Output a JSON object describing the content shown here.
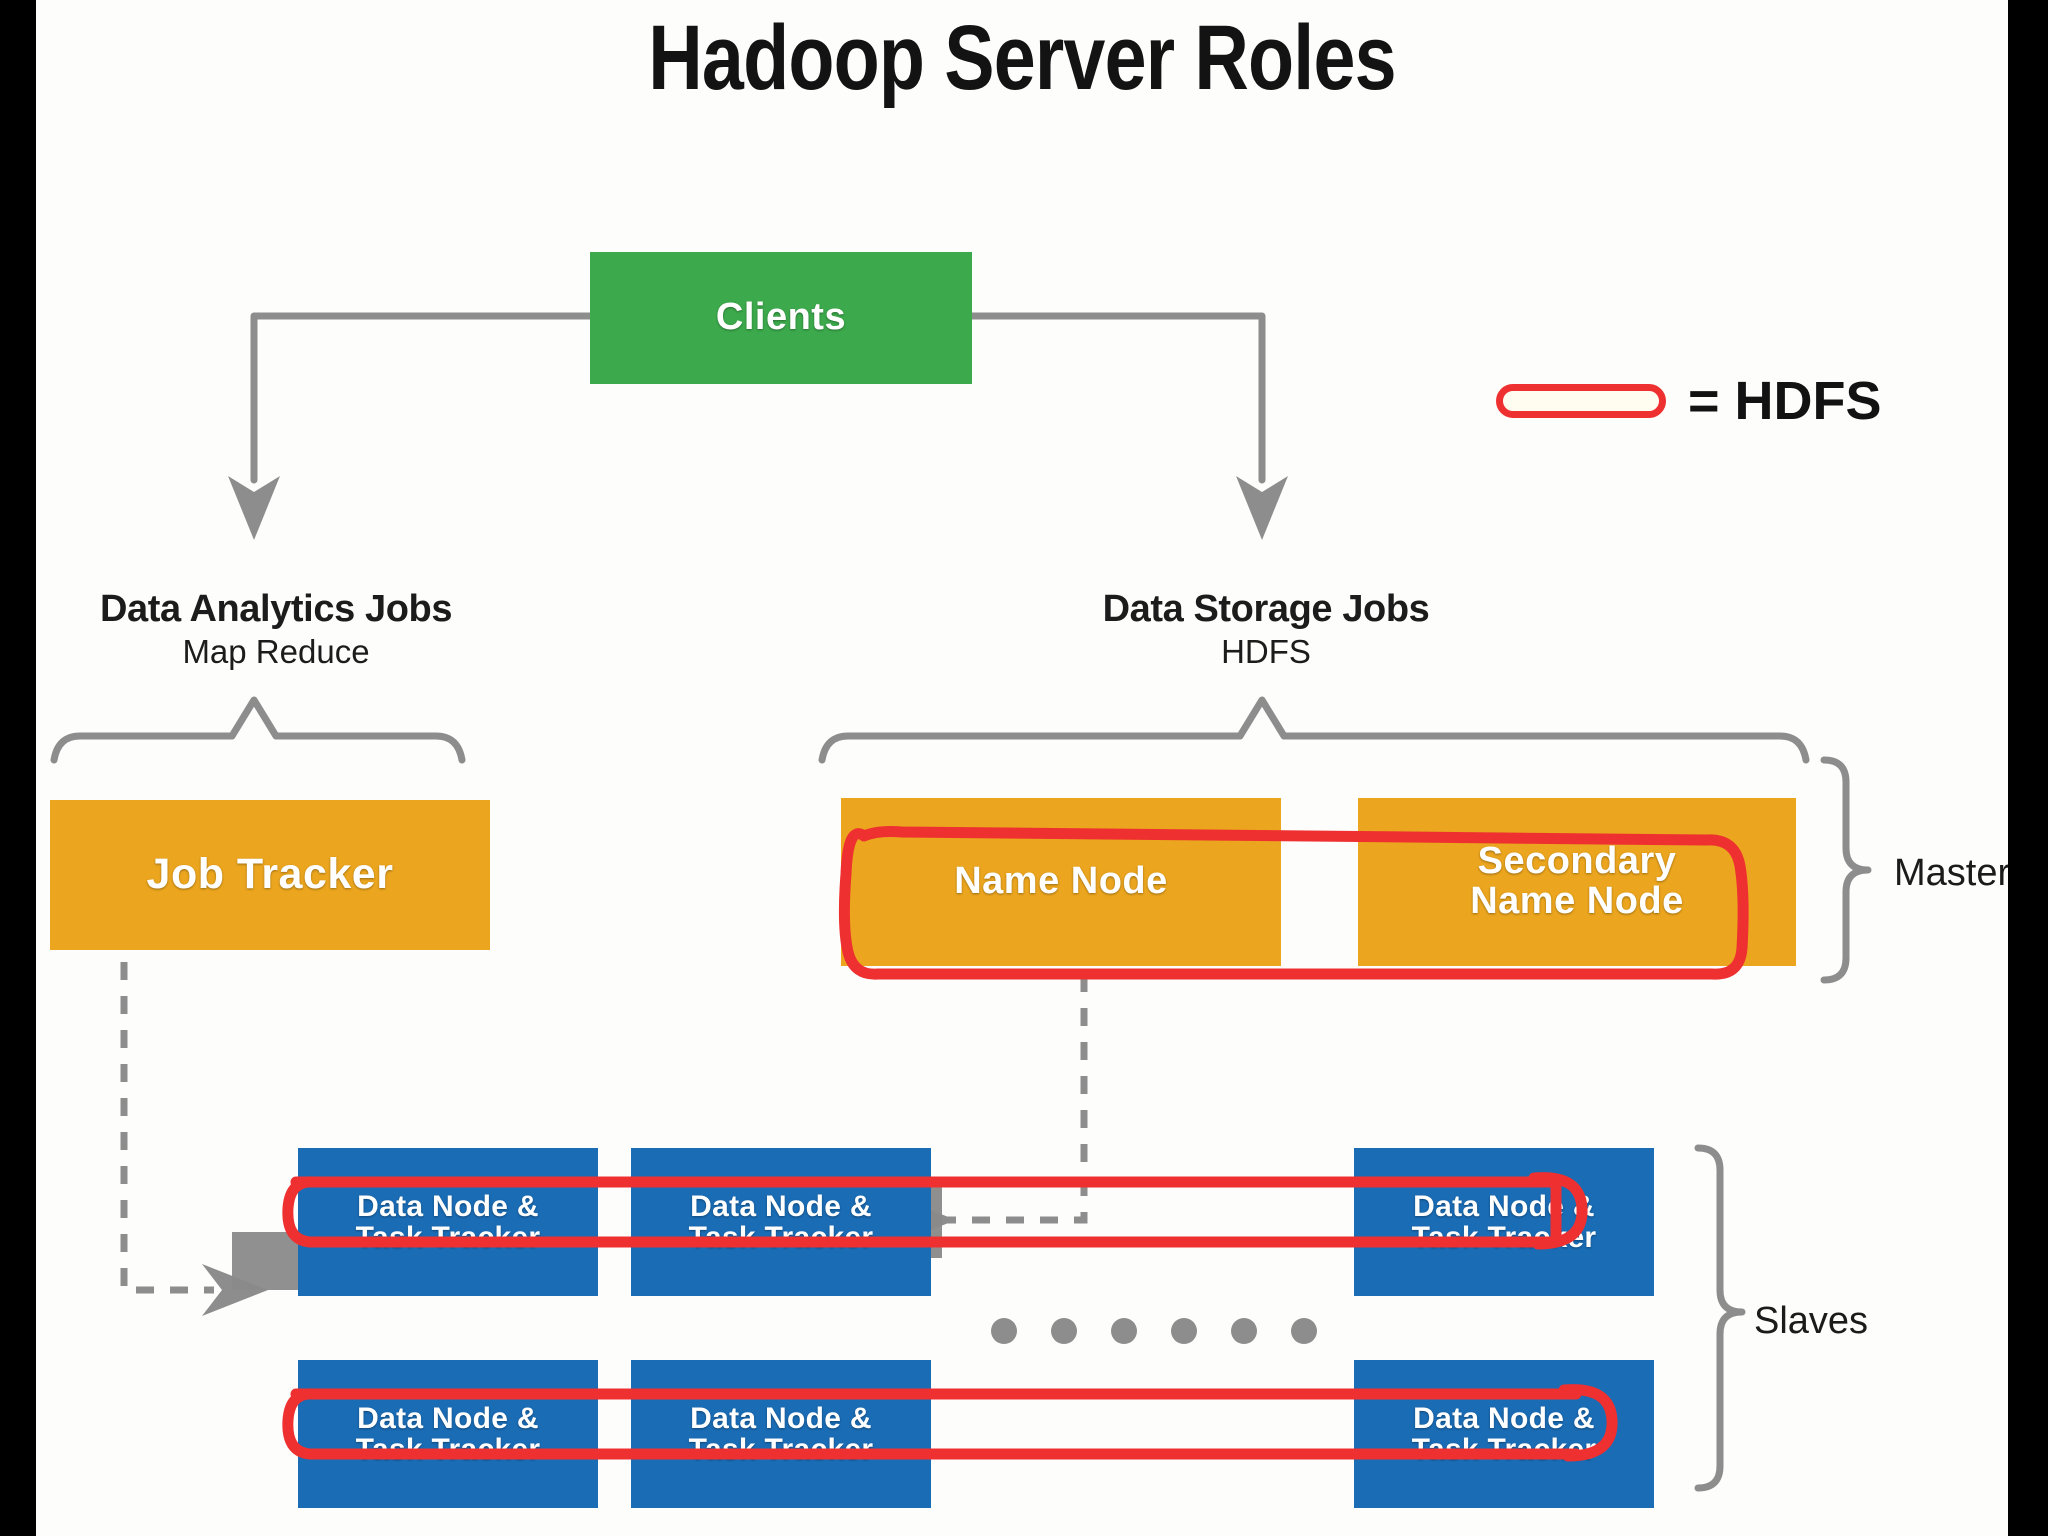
{
  "title": "Hadoop Server Roles",
  "legend": {
    "symbol": "red-rounded-outline",
    "text": "= HDFS"
  },
  "clients": {
    "label": "Clients",
    "color": "#3ca94c"
  },
  "branches": [
    {
      "heading": "Data Analytics Jobs",
      "sub": "Map Reduce"
    },
    {
      "heading": "Data Storage Jobs",
      "sub": "HDFS"
    }
  ],
  "masters": {
    "group_label": "Masters",
    "color": "#eba51e",
    "nodes": [
      {
        "label": "Job Tracker"
      },
      {
        "label": "Name Node"
      },
      {
        "line1": "Secondary",
        "line2": "Name Node"
      }
    ]
  },
  "slaves": {
    "group_label": "Slaves",
    "color": "#1a6cb5",
    "line1": "Data Node &",
    "line2": "Task Tracker",
    "rows": [
      [
        "Data Node &",
        "Data Node &",
        "Data Node &"
      ],
      [
        "Data Node &",
        "Data Node &",
        "Data Node &"
      ]
    ],
    "ellipsis_dots": 6
  },
  "colors": {
    "green": "#3ca94c",
    "orange": "#eba51e",
    "blue": "#1a6cb5",
    "red": "#ee3030",
    "gray": "#8d8d8d",
    "background": "#fdfdfb",
    "letterbox": "#000000"
  }
}
